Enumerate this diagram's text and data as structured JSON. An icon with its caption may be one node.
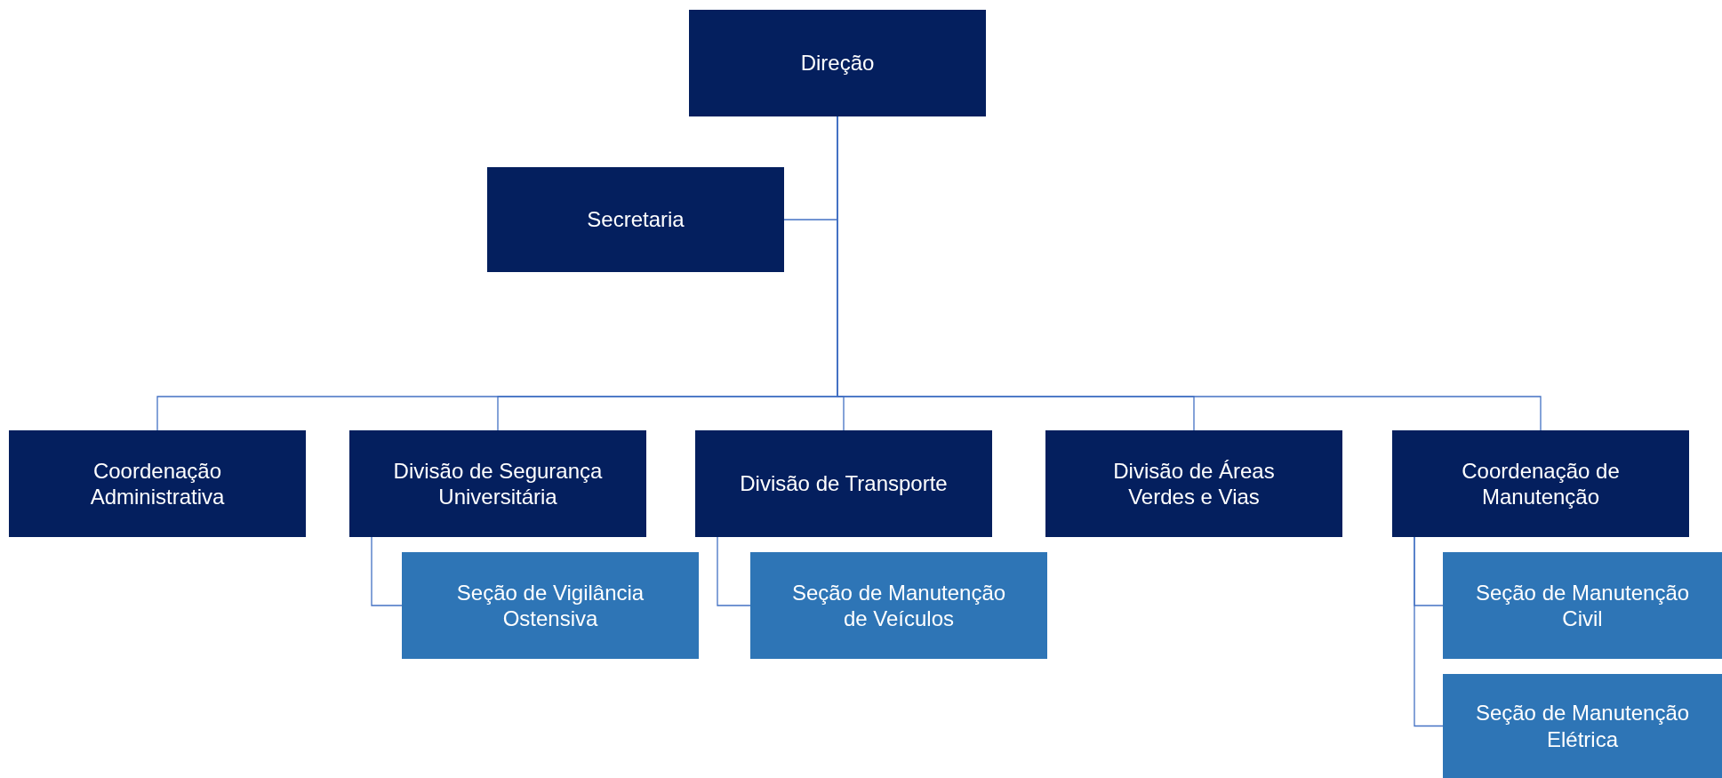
{
  "diagram": {
    "nodes": [
      {
        "text": [
          "Direção"
        ]
      },
      {
        "text": [
          "Secretaria"
        ]
      },
      {
        "text": [
          "Coordenação Administrativa"
        ]
      },
      {
        "text": [
          "Divisão de Segurança Universitária"
        ]
      },
      {
        "text": [
          "Divisão de Transporte"
        ]
      },
      {
        "text": [
          "Divisão de Áreas Verdes e Vias"
        ]
      },
      {
        "text": [
          "Coordenação de Manutenção"
        ]
      },
      {
        "text": [
          "Seção de Vigilância Ostensiva"
        ]
      },
      {
        "text": [
          "Seção de Manutenção de Veículos"
        ]
      },
      {
        "text": [
          "Seção de Manutenção Civil"
        ]
      },
      {
        "text": [
          "Seção de Manutenção Elétrica"
        ]
      }
    ],
    "edges": [
      {
        "from": 0,
        "to": 1,
        "arrow": "none"
      },
      {
        "from": 0,
        "to": 2,
        "arrow": "none"
      },
      {
        "from": 0,
        "to": 3,
        "arrow": "none"
      },
      {
        "from": 0,
        "to": 4,
        "arrow": "none"
      },
      {
        "from": 0,
        "to": 5,
        "arrow": "none"
      },
      {
        "from": 0,
        "to": 6,
        "arrow": "none"
      },
      {
        "from": 3,
        "to": 7,
        "arrow": "none"
      },
      {
        "from": 4,
        "to": 8,
        "arrow": "none"
      },
      {
        "from": 6,
        "to": 9,
        "arrow": "none"
      },
      {
        "from": 6,
        "to": 10,
        "arrow": "none"
      }
    ]
  }
}
